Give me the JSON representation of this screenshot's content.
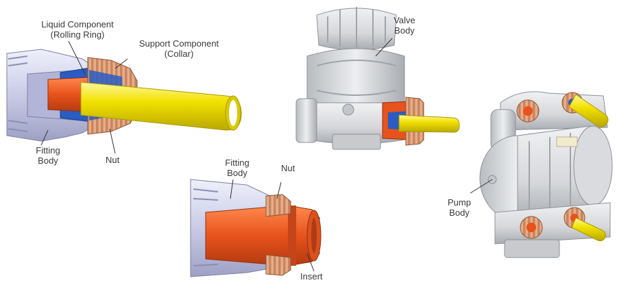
{
  "labels": {
    "liquid_component": {
      "line1": "Liquid Component",
      "line2": "(Rolling Ring)"
    },
    "support_component": {
      "line1": "Support Component",
      "line2": "(Collar)"
    },
    "fitting_body_1": {
      "line1": "Fitting",
      "line2": "Body"
    },
    "nut_1": "Nut",
    "valve_body": {
      "line1": "Valve",
      "line2": "Body"
    },
    "fitting_body_2": {
      "line1": "Fitting",
      "line2": "Body"
    },
    "nut_2": "Nut",
    "insert": "Insert",
    "pump_body": {
      "line1": "Pump",
      "line2": "Body"
    }
  },
  "colors": {
    "tube_yellow": "#f2e200",
    "insert_orange": "#e8521c",
    "liquid_blue": "#2a5cc4",
    "nut_copper": "#e0a27a",
    "fitting_lavender": "#c9cbe6",
    "valve_gray": "#d7d9dc"
  }
}
